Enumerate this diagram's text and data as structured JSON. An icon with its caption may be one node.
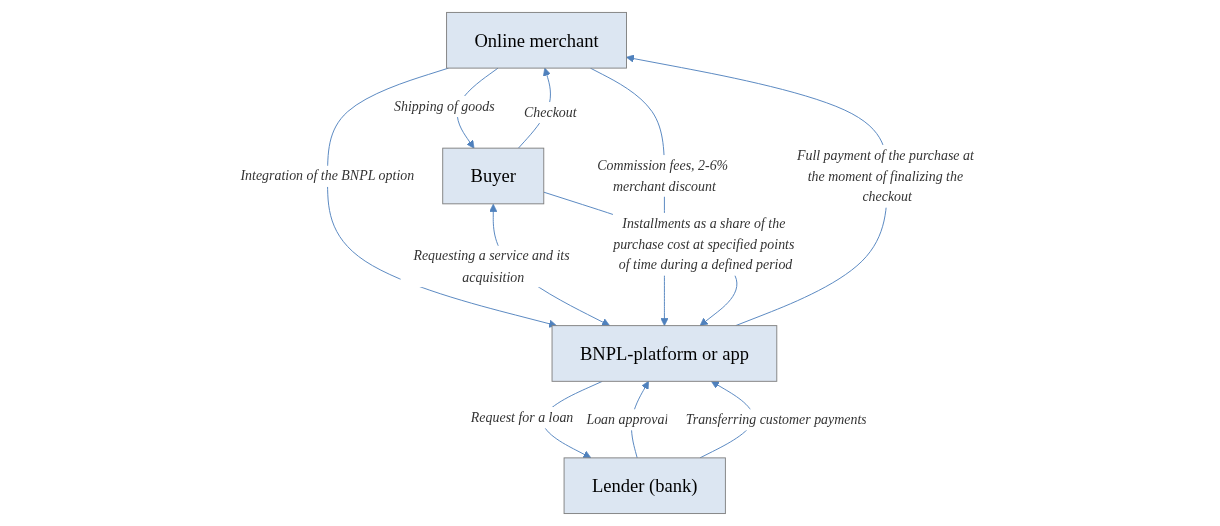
{
  "diagram": {
    "nodes": [
      {
        "text": [
          "Online merchant"
        ]
      },
      {
        "text": [
          "Buyer"
        ]
      },
      {
        "text": [
          "BNPL-platform or app"
        ]
      },
      {
        "text": [
          "Lender (bank)"
        ]
      }
    ],
    "edges": [
      {
        "from": 1,
        "to": 0,
        "arrow": "to",
        "label": "Checkout"
      },
      {
        "from": 0,
        "to": 1,
        "arrow": "to",
        "label": "Shipping of goods"
      },
      {
        "from": 0,
        "to": 2,
        "arrow": "to",
        "label": "Integration of the BNPL option"
      },
      {
        "from": 2,
        "to": 0,
        "arrow": "to",
        "label": "Full payment of the purchase at the moment of finalizing the checkout"
      },
      {
        "from": 1,
        "to": 2,
        "arrow": "both",
        "label": "Requesting a service and its acquisition"
      },
      {
        "from": 0,
        "to": 2,
        "arrow": "to",
        "label": "Commission fees, 2-6% merchant discount"
      },
      {
        "from": 1,
        "to": 2,
        "arrow": "to",
        "label": "Installments as a share of the purchase cost at specified points of time during a defined period"
      },
      {
        "from": 2,
        "to": 3,
        "arrow": "to",
        "label": "Request for a loan"
      },
      {
        "from": 3,
        "to": 2,
        "arrow": "to",
        "label": "Loan approval"
      },
      {
        "from": 3,
        "to": 2,
        "arrow": "to",
        "label": "Transferring customer payments"
      }
    ]
  }
}
